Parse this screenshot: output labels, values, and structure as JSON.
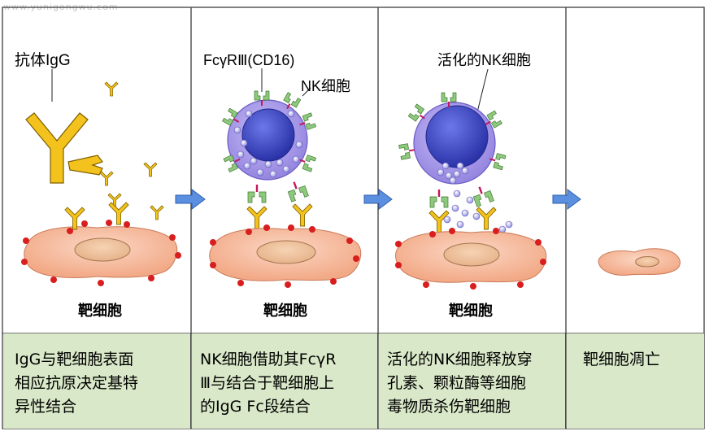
{
  "watermark": "www.yunigongwu.com",
  "panels": [
    {
      "labels": {
        "antibody": "抗体IgG",
        "target_cell": "靶细胞"
      },
      "caption": [
        "IgG与靶细胞表面",
        "相应抗原决定基特",
        "异性结合"
      ]
    },
    {
      "labels": {
        "receptor": "FcγRⅢ(CD16)",
        "nk_cell": "NK细胞",
        "target_cell": "靶细胞"
      },
      "caption": [
        "NK细胞借助其FcγR",
        "Ⅲ与结合于靶细胞上",
        "的IgG Fc段结合"
      ]
    },
    {
      "labels": {
        "activated_nk": "活化的NK细胞",
        "target_cell": "靶细胞"
      },
      "caption": [
        "活化的NK细胞释放穿",
        "孔素、颗粒酶等细胞",
        "毒物质杀伤靶细胞"
      ]
    },
    {
      "labels": {},
      "caption": [
        "靶细胞凋亡"
      ]
    }
  ],
  "colors": {
    "antibody": "#f3c21c",
    "receptor": "#8fc97e",
    "nk_outer": "#a99bea",
    "nk_nucleus": "#3d48c8",
    "target_cell": "#f4b79a",
    "target_nucleus": "#efc39c",
    "antigen": "#d81e1e",
    "arrow": "#5b8fe0",
    "caption_bg": "#d9e8c8"
  }
}
